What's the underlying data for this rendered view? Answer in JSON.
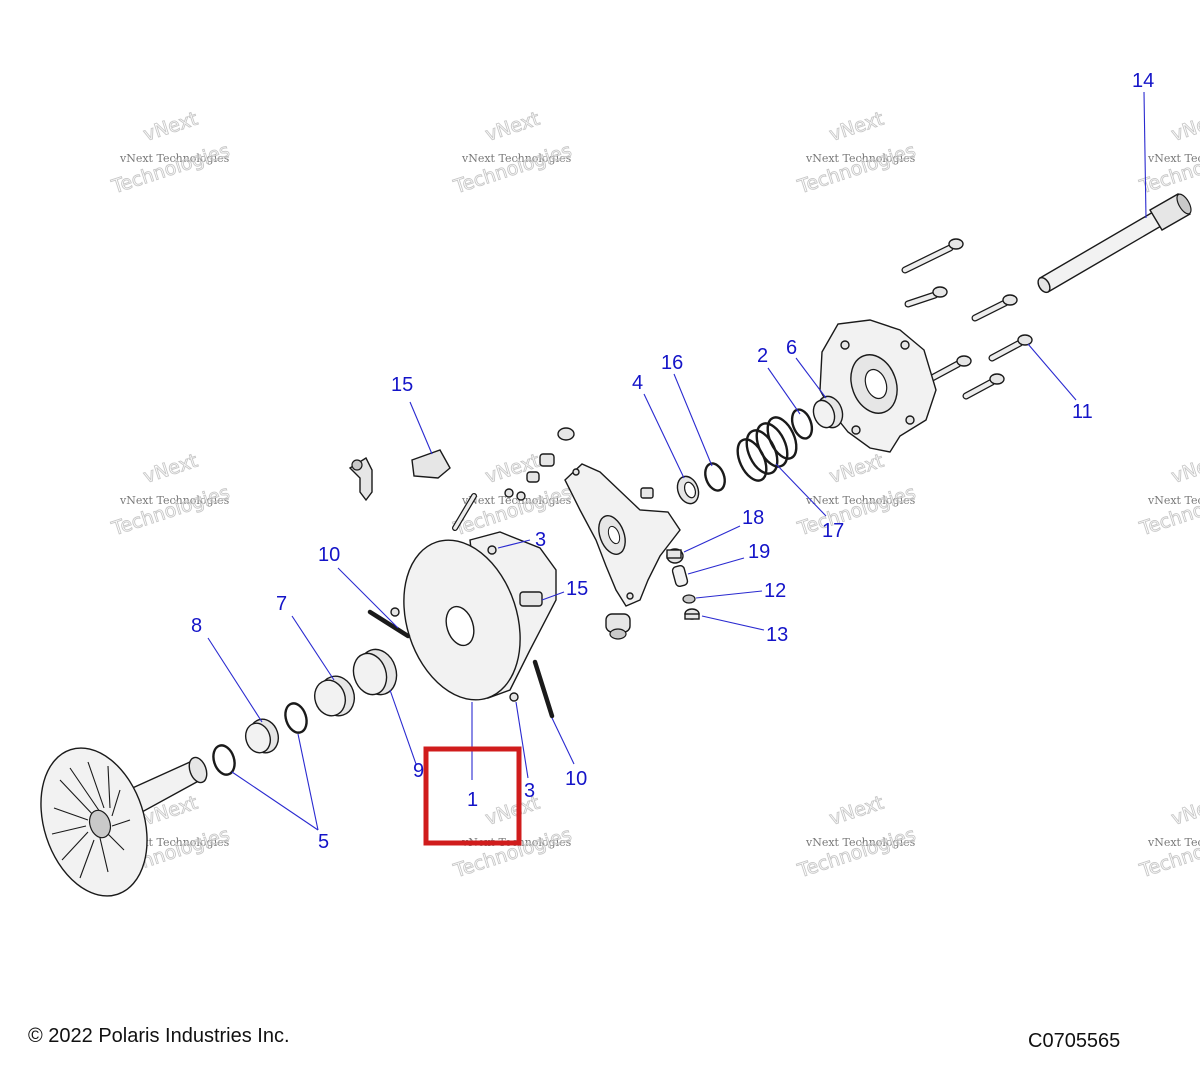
{
  "diagram": {
    "callouts": [
      "14",
      "11",
      "2",
      "6",
      "16",
      "4",
      "15",
      "17",
      "18",
      "19",
      "12",
      "13",
      "10",
      "3",
      "15",
      "7",
      "8",
      "9",
      "1",
      "3",
      "10",
      "5"
    ],
    "highlight_color": "#d01c1c",
    "callout_color": "#1414c8"
  },
  "watermark": {
    "line1": "vNext Technologies",
    "line2": "Technologies",
    "line3": "vNext"
  },
  "footer": {
    "copyright": "© 2022 Polaris Industries Inc.",
    "figure_id": "C0705565"
  }
}
